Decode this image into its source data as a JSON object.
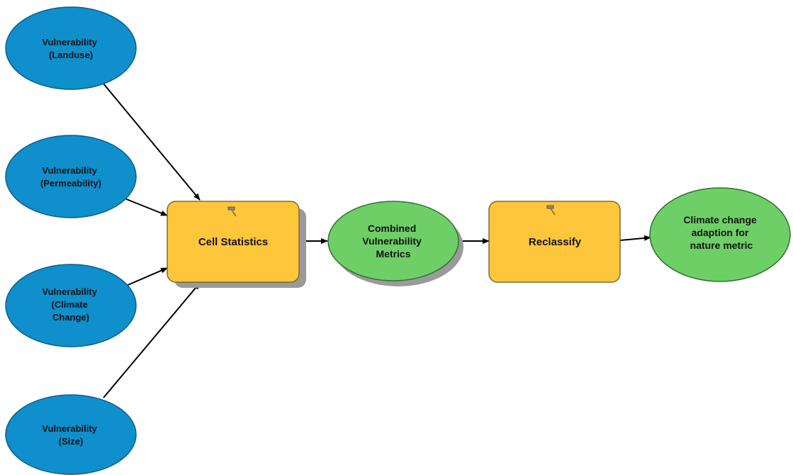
{
  "colors": {
    "input_fill": "#0f8fcc",
    "input_stroke": "#0a5f8a",
    "tool_fill": "#fec63a",
    "tool_stroke": "#7a6a3a",
    "output_fill": "#6fcf67",
    "output_stroke": "#2f6f2f",
    "shadow": "#9a9a9a",
    "edge": "#000000"
  },
  "inputs": [
    {
      "id": "landuse",
      "lines": [
        "Vulnerability",
        "(Landuse)"
      ]
    },
    {
      "id": "permeability",
      "lines": [
        "Vulnerability",
        "(Permeability)"
      ]
    },
    {
      "id": "climate",
      "lines": [
        "Vulnerability",
        "(Climate",
        "Change)"
      ]
    },
    {
      "id": "size",
      "lines": [
        "Vulnerability",
        "(Size)"
      ]
    }
  ],
  "tools": [
    {
      "id": "cell-statistics",
      "label": "Cell Statistics",
      "icon": "hammer-icon"
    },
    {
      "id": "reclassify",
      "label": "Reclassify",
      "icon": "hammer-icon"
    }
  ],
  "outputs": [
    {
      "id": "combined",
      "lines": [
        "Combined",
        "Vulnerability",
        "Metrics"
      ]
    },
    {
      "id": "climate-adaption",
      "lines": [
        "Climate change",
        "adaption for",
        "nature metric"
      ]
    }
  ],
  "edges": [
    {
      "from": "landuse",
      "to": "cell-statistics"
    },
    {
      "from": "permeability",
      "to": "cell-statistics"
    },
    {
      "from": "climate",
      "to": "cell-statistics"
    },
    {
      "from": "size",
      "to": "cell-statistics"
    },
    {
      "from": "cell-statistics",
      "to": "combined"
    },
    {
      "from": "combined",
      "to": "reclassify"
    },
    {
      "from": "reclassify",
      "to": "climate-adaption"
    }
  ]
}
